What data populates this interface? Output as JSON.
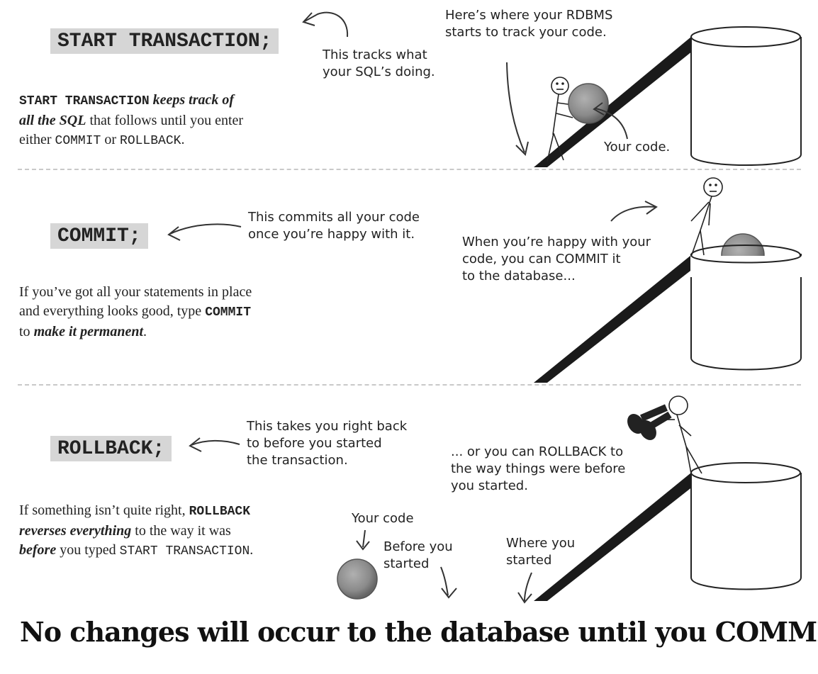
{
  "sections": [
    {
      "command": "START TRANSACTION;",
      "desc": {
        "p1_code": "START TRANSACTION",
        "p1_bi": "keeps track of",
        "p2_bi": "all the SQL",
        "p2_text": " that follows until you enter",
        "p3_text": "either ",
        "p3_code1": "COMMIT",
        "p3_or": " or ",
        "p3_code2": "ROLLBACK",
        "p3_end": "."
      },
      "notes": {
        "tracks_1": "This tracks what",
        "tracks_2": "your SQL’s doing.",
        "rdbms_1": "Here’s where your RDBMS",
        "rdbms_2": "starts to track your code.",
        "your_code": "Your code."
      }
    },
    {
      "command": "COMMIT;",
      "desc": {
        "l1": "If you’ve got all your statements in place",
        "l2_text": "and everything looks good, type ",
        "l2_code": "COMMIT",
        "l3_to": "to ",
        "l3_bi": "make it permanent",
        "l3_end": "."
      },
      "notes": {
        "commits_1": "This commits all your code",
        "commits_2": "once you’re happy with it.",
        "happy_1": "When you’re happy with your",
        "happy_2": "code, you can COMMIT it",
        "happy_3": "to the database..."
      }
    },
    {
      "command": "ROLLBACK;",
      "desc": {
        "l1_text": "If something isn’t quite right, ",
        "l1_code": "ROLLBACK",
        "l2_bi": "reverses everything",
        "l2_text": " to the way it was",
        "l3_bi": "before",
        "l3_text": " you typed ",
        "l3_code": "START TRANSACTION",
        "l3_end": "."
      },
      "notes": {
        "back_1": "This takes you right back",
        "back_2": "to before you started",
        "back_3": "the transaction.",
        "or_1": "... or you can ROLLBACK to",
        "or_2": "the way things were before",
        "or_3": "you started.",
        "your_code": "Your code",
        "before_1": "Before you",
        "before_2": "started",
        "where_1": "Where you",
        "where_2": "started"
      }
    }
  ],
  "footer": "No changes will occur to the database until you COMMIT"
}
